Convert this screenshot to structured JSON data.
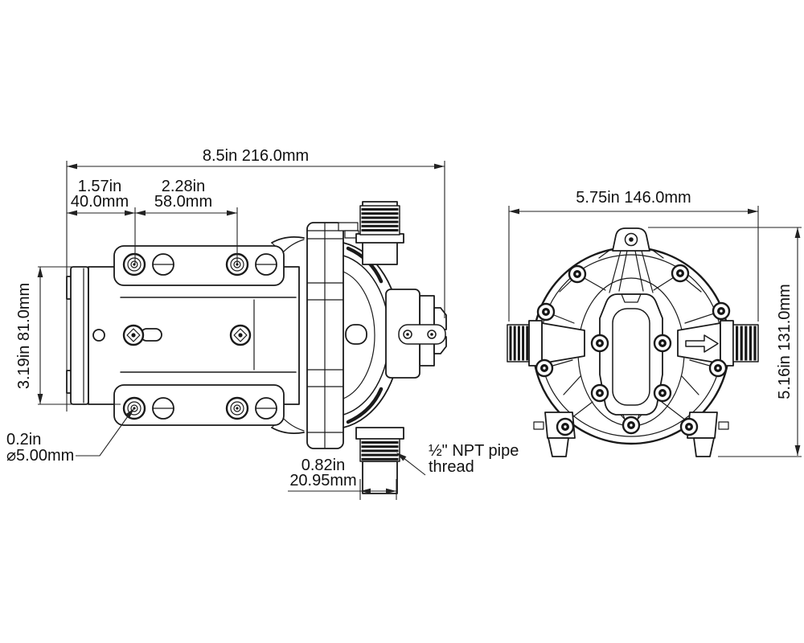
{
  "colors": {
    "background": "#ffffff",
    "line": "#1a1a1a",
    "dimension": "#222222",
    "thread_fill": "#161616"
  },
  "side_view": {
    "dims": {
      "overall_width": "8.5in 216.0mm",
      "mount_hole_offset_in": "1.57in",
      "mount_hole_offset_mm": "40.0mm",
      "mount_hole_spacing_in": "2.28in",
      "mount_hole_spacing_mm": "58.0mm",
      "motor_height": "3.19in 81.0mm",
      "mount_hole_dia_in": "0.2in",
      "mount_hole_dia_mm": "⌀5.00mm",
      "port_thread_od_in": "0.82in",
      "port_thread_od_mm": "20.95mm"
    },
    "notes": {
      "thread_line1": "½\" NPT pipe",
      "thread_line2": "thread"
    }
  },
  "front_view": {
    "dims": {
      "overall_width": "5.75in 146.0mm",
      "overall_height": "5.16in 131.0mm"
    }
  }
}
